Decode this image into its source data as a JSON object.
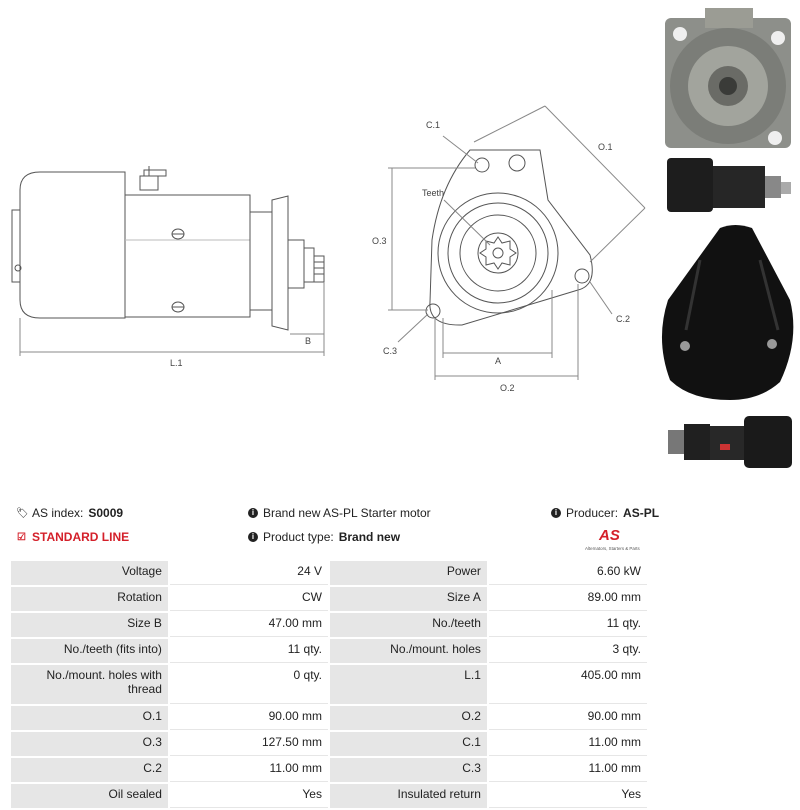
{
  "diagram": {
    "labels": {
      "l1": "L.1",
      "b": "B",
      "c1": "C.1",
      "c2": "C.2",
      "c3": "C.3",
      "o1": "O.1",
      "o2": "O.2",
      "o3": "O.3",
      "a": "A",
      "teeth": "Teeth"
    }
  },
  "header": {
    "as_index_label": "AS index:",
    "as_index_value": "S0009",
    "line_label": "STANDARD LINE",
    "description": "Brand new AS-PL Starter motor",
    "product_type_label": "Product type:",
    "product_type_value": "Brand new",
    "producer_label": "Producer:",
    "producer_value": "AS-PL",
    "logo_text": "AS",
    "logo_tagline": "Alternators, Starters & Parts"
  },
  "specs": [
    {
      "k1": "Voltage",
      "v1": "24 V",
      "k2": "Power",
      "v2": "6.60 kW"
    },
    {
      "k1": "Rotation",
      "v1": "CW",
      "k2": "Size A",
      "v2": "89.00 mm"
    },
    {
      "k1": "Size B",
      "v1": "47.00 mm",
      "k2": "No./teeth",
      "v2": "11 qty."
    },
    {
      "k1": "No./teeth (fits into)",
      "v1": "11 qty.",
      "k2": "No./mount. holes",
      "v2": "3 qty."
    },
    {
      "k1": "No./mount. holes with thread",
      "v1": "0 qty.",
      "k2": "L.1",
      "v2": "405.00 mm"
    },
    {
      "k1": "O.1",
      "v1": "90.00 mm",
      "k2": "O.2",
      "v2": "90.00 mm"
    },
    {
      "k1": "O.3",
      "v1": "127.50 mm",
      "k2": "C.1",
      "v2": "11.00 mm"
    },
    {
      "k1": "C.2",
      "v1": "11.00 mm",
      "k2": "C.3",
      "v2": "11.00 mm"
    },
    {
      "k1": "Oil sealed",
      "v1": "Yes",
      "k2": "Insulated return",
      "v2": "Yes"
    }
  ],
  "colors": {
    "accent": "#d4202a",
    "label_bg": "#e6e6e6"
  }
}
